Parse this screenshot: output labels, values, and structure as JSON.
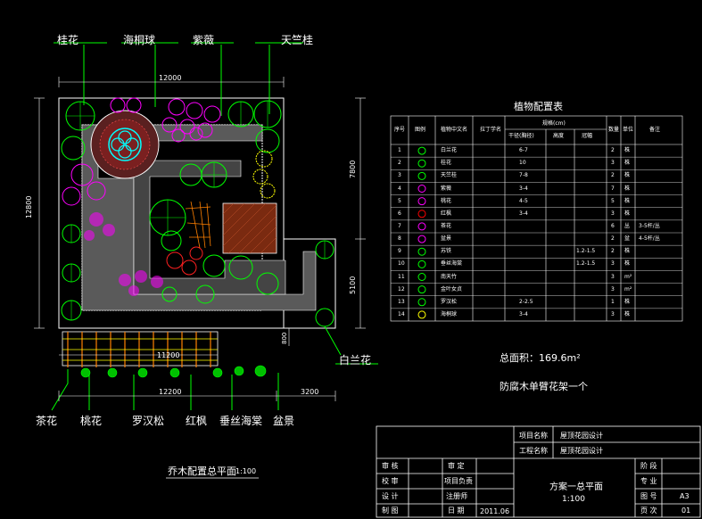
{
  "plan": {
    "top_labels": [
      "桂花",
      "海桐球",
      "紫薇",
      "天竺桂"
    ],
    "bottom_labels": [
      "茶花",
      "桃花",
      "罗汉松",
      "红枫",
      "垂丝海棠",
      "盆景"
    ],
    "right_label": "白兰花",
    "dims": {
      "top_width": "12000",
      "left_height": "12800",
      "right_upper": "7800",
      "right_lower": "5100",
      "bottom_width": "12200",
      "bottom_right": "3200",
      "small_gap": "800",
      "pergola_width": "11200"
    },
    "caption": "乔木配置总平面",
    "caption_scale": "1:100"
  },
  "table": {
    "title": "植物配置表",
    "headers": {
      "no": "序号",
      "legend": "图例",
      "name": "植物中文名",
      "latin": "拉丁学名",
      "spec": "规格(cm)",
      "h": "干径(胸径)",
      "w": "高度",
      "crown": "冠幅",
      "qty": "数量",
      "unit": "单位",
      "note": "备注"
    },
    "rows": [
      {
        "no": "1",
        "name": "白兰花",
        "h": "6-7",
        "crown": "",
        "qty": "2",
        "unit": "株",
        "note": ""
      },
      {
        "no": "2",
        "name": "桂花",
        "h": "10",
        "crown": "",
        "qty": "3",
        "unit": "株",
        "note": ""
      },
      {
        "no": "3",
        "name": "天竺桂",
        "h": "7-8",
        "crown": "",
        "qty": "2",
        "unit": "株",
        "note": ""
      },
      {
        "no": "4",
        "name": "紫薇",
        "h": "3-4",
        "crown": "",
        "qty": "7",
        "unit": "株",
        "note": ""
      },
      {
        "no": "5",
        "name": "桃花",
        "h": "4-5",
        "crown": "",
        "qty": "5",
        "unit": "株",
        "note": ""
      },
      {
        "no": "6",
        "name": "红枫",
        "h": "3-4",
        "crown": "",
        "qty": "3",
        "unit": "株",
        "note": ""
      },
      {
        "no": "7",
        "name": "茶花",
        "h": "",
        "crown": "",
        "qty": "6",
        "unit": "丛",
        "note": "3-5杆/丛"
      },
      {
        "no": "8",
        "name": "盆景",
        "h": "",
        "crown": "",
        "qty": "2",
        "unit": "盆",
        "note": "4-5杆/丛"
      },
      {
        "no": "9",
        "name": "苏铁",
        "h": "",
        "crown": "1.2-1.5",
        "qty": "2",
        "unit": "株",
        "note": ""
      },
      {
        "no": "10",
        "name": "垂丝海棠",
        "h": "",
        "crown": "1.2-1.5",
        "qty": "3",
        "unit": "株",
        "note": ""
      },
      {
        "no": "11",
        "name": "南天竹",
        "h": "",
        "crown": "",
        "qty": "3",
        "unit": "m²",
        "note": ""
      },
      {
        "no": "12",
        "name": "金叶女贞",
        "h": "",
        "crown": "",
        "qty": "3",
        "unit": "m²",
        "note": ""
      },
      {
        "no": "13",
        "name": "罗汉松",
        "h": "2-2.5",
        "crown": "",
        "qty": "1",
        "unit": "株",
        "note": ""
      },
      {
        "no": "14",
        "name": "海桐球",
        "h": "3-4",
        "crown": "",
        "qty": "3",
        "unit": "株",
        "note": ""
      }
    ],
    "legend_colors": [
      "#00ff00",
      "#00ff00",
      "#00ff00",
      "#ff00ff",
      "#ff00ff",
      "#ff0000",
      "#ff00ff",
      "#ff00ff",
      "#00ff00",
      "#00ff00",
      "#00ff00",
      "#00ff00",
      "#00ff00",
      "#ffff00"
    ]
  },
  "notes": {
    "total_area": "总面积：169.6m²",
    "pergola_note": "防腐木单臂花架一个"
  },
  "title_block": {
    "project_label": "项目名称",
    "project_value": "屋顶花园设计",
    "work_label": "工程名称",
    "work_value": "屋顶花园设计",
    "audit": "审 核",
    "approve": "审 定",
    "check": "校 审",
    "project_lead": "项目负责",
    "design": "设 计",
    "reg_arch": "注册师",
    "draw": "制 图",
    "date_label": "日 期",
    "date_value": "2011.06",
    "drawing_title": "方案一总平面",
    "drawing_scale": "1:100",
    "stage_label": "阶 段",
    "major_label": "专 业",
    "sheet_label": "图 号",
    "sheet_value": "A3",
    "page_label": "页 次",
    "page_value": "01"
  },
  "colors": {
    "green": "#00ff00",
    "magenta": "#ff00ff",
    "cyan": "#00ffff",
    "yellow": "#ffff00",
    "red": "#ff2020",
    "orange": "#ff8000",
    "white": "#ffffff"
  }
}
